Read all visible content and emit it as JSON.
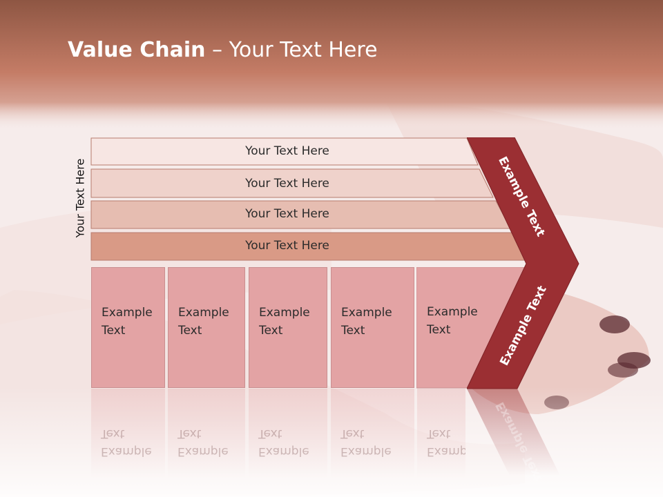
{
  "slide": {
    "title_bold": "Value Chain",
    "title_rest": " – Your Text Here",
    "side_label": "Your Text Here",
    "support_activities": [
      {
        "label": "Your Text Here"
      },
      {
        "label": "Your Text Here"
      },
      {
        "label": "Your Text Here"
      },
      {
        "label": "Your Text Here"
      }
    ],
    "primary_activities": [
      {
        "label": "Example\nText"
      },
      {
        "label": "Example\nText"
      },
      {
        "label": "Example\nText"
      },
      {
        "label": "Example\nText"
      },
      {
        "label": "Example\nText"
      }
    ],
    "margin_upper": "Example Text",
    "margin_lower": "Example Text"
  },
  "colors": {
    "header": "#c47c66",
    "chevron": "#9b2f33",
    "cell": "#e3a3a4",
    "band_fills": [
      "#f7e6e3",
      "#efd2cb",
      "#e6bdb1",
      "#d99a86"
    ]
  }
}
